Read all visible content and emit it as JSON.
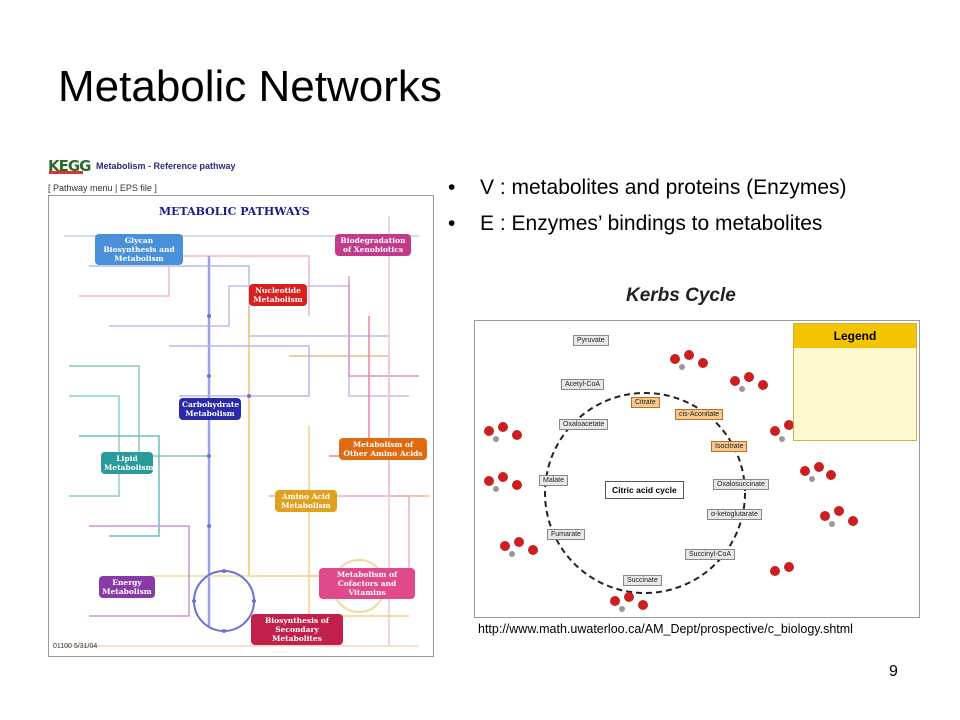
{
  "slide": {
    "title": "Metabolic Networks",
    "page_number": "9"
  },
  "bullets": [
    {
      "text": "V : metabolites and proteins (Enzymes)"
    },
    {
      "text": "E : Enzymes’ bindings to metabolites"
    }
  ],
  "kegg": {
    "logo": "KEGG",
    "header": "Metabolism - Reference pathway",
    "links": "[ Pathway menu | EPS file ]",
    "map_title": "METABOLIC PATHWAYS",
    "footer": "01100  5/31/04",
    "pathways": [
      {
        "label": "Glycan Biosynthesis and Metabolism",
        "color": "#4a90d9"
      },
      {
        "label": "Biodegradation of Xenobiotics",
        "color": "#c23a8a"
      },
      {
        "label": "Nucleotide Metabolism",
        "color": "#d92020"
      },
      {
        "label": "Carbohydrate Metabolism",
        "color": "#2a2aa8"
      },
      {
        "label": "Lipid Metabolism",
        "color": "#2a9a9a"
      },
      {
        "label": "Metabolism of Other Amino Acids",
        "color": "#e06a10"
      },
      {
        "label": "Amino Acid Metabolism",
        "color": "#e0a020"
      },
      {
        "label": "Energy Metabolism",
        "color": "#8a3aa8"
      },
      {
        "label": "Metabolism of Cofactors and Vitamins",
        "color": "#e04a8a"
      },
      {
        "label": "Biosynthesis of Secondary Metabolites",
        "color": "#c0204a"
      }
    ]
  },
  "krebs": {
    "title": "Kerbs Cycle",
    "center_label": "Citric acid cycle",
    "legend_title": "Legend",
    "metabolites": [
      "Pyruvate",
      "Acetyl-CoA",
      "Citrate",
      "cis-Aconitate",
      "Isocitrate",
      "Oxalosuccinate",
      "α-ketoglutarate",
      "Succinyl-CoA",
      "Succinate",
      "Fumarate",
      "Malate",
      "Oxaloacetate"
    ],
    "url": "http://www.math.uwaterloo.ca/AM_Dept/prospective/c_biology.shtml"
  }
}
